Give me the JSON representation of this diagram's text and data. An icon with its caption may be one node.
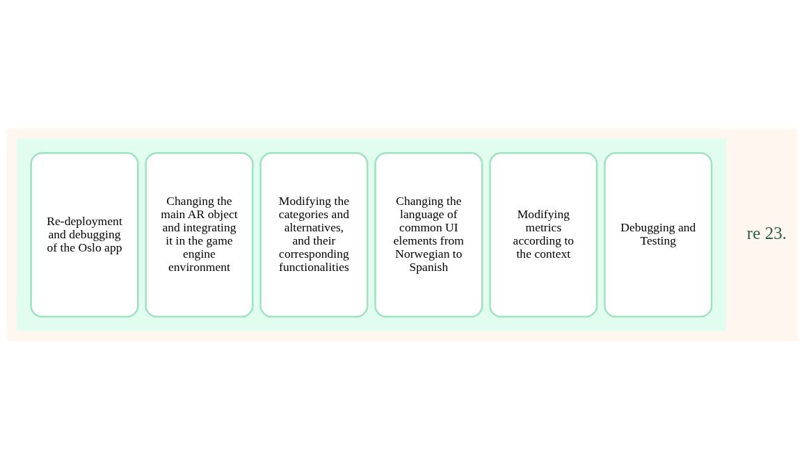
{
  "diagram": {
    "nodes": [
      {
        "text": [],
        "shape": "arrow"
      },
      {
        "text": [
          "Re-deployment and debugging of the Oslo app"
        ],
        "in": 0
      },
      {
        "text": [
          "Changing the main AR object and integrating it in the game engine environment"
        ],
        "in": 0
      },
      {
        "text": [
          "Modifying the categories and alternatives, and their corresponding functionalities"
        ],
        "in": 0
      },
      {
        "text": [
          "Changing the language of common UI elements from Norwegian to Spanish"
        ],
        "in": 0
      },
      {
        "text": [
          "Modifying metrics according to the context"
        ],
        "in": 0
      },
      {
        "text": [
          "Debugging and Testing"
        ],
        "in": 0
      }
    ],
    "edges": [],
    "labels": [
      "re 23."
    ]
  }
}
